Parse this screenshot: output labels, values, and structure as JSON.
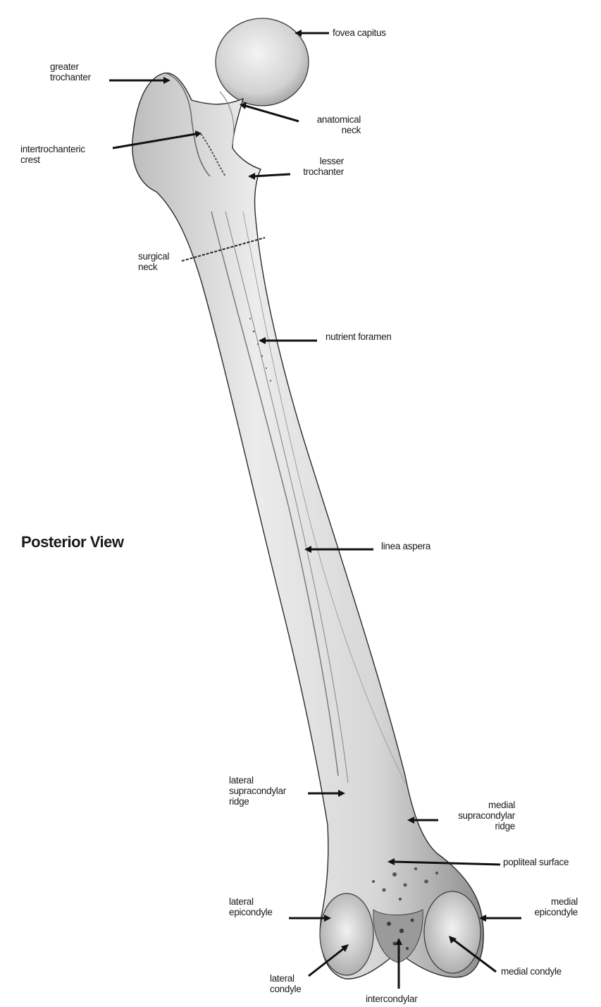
{
  "title": "Posterior View",
  "labels": {
    "fovea_capitus": "fovea capitus",
    "greater_trochanter": [
      "greater",
      "trochanter"
    ],
    "anatomical_neck": [
      "anatomical",
      "neck"
    ],
    "intertrochanteric_crest": [
      "intertrochanteric",
      "crest"
    ],
    "lesser_trochanter": [
      "lesser",
      "trochanter"
    ],
    "surgical_neck": [
      "surgical",
      "neck"
    ],
    "nutrient_foramen": "nutrient foramen",
    "linea_aspera": "linea aspera",
    "lateral_supracondylar_ridge": [
      "lateral",
      "supracondylar",
      "ridge"
    ],
    "medial_supracondylar_ridge": [
      "medial",
      "supracondylar",
      "ridge"
    ],
    "popliteal_surface": "popliteal surface",
    "lateral_epicondyle": [
      "lateral",
      "epicondyle"
    ],
    "medial_epicondyle": [
      "medial",
      "epicondyle"
    ],
    "lateral_condyle": [
      "lateral",
      "condyle"
    ],
    "medial_condyle": "medial condyle",
    "intercondylar": "intercondylar"
  },
  "colors": {
    "bone": "#e4e4e4",
    "bone_shadow": "#9a9a9a",
    "outline": "#2b2b2b",
    "text": "#1a1a1a"
  }
}
